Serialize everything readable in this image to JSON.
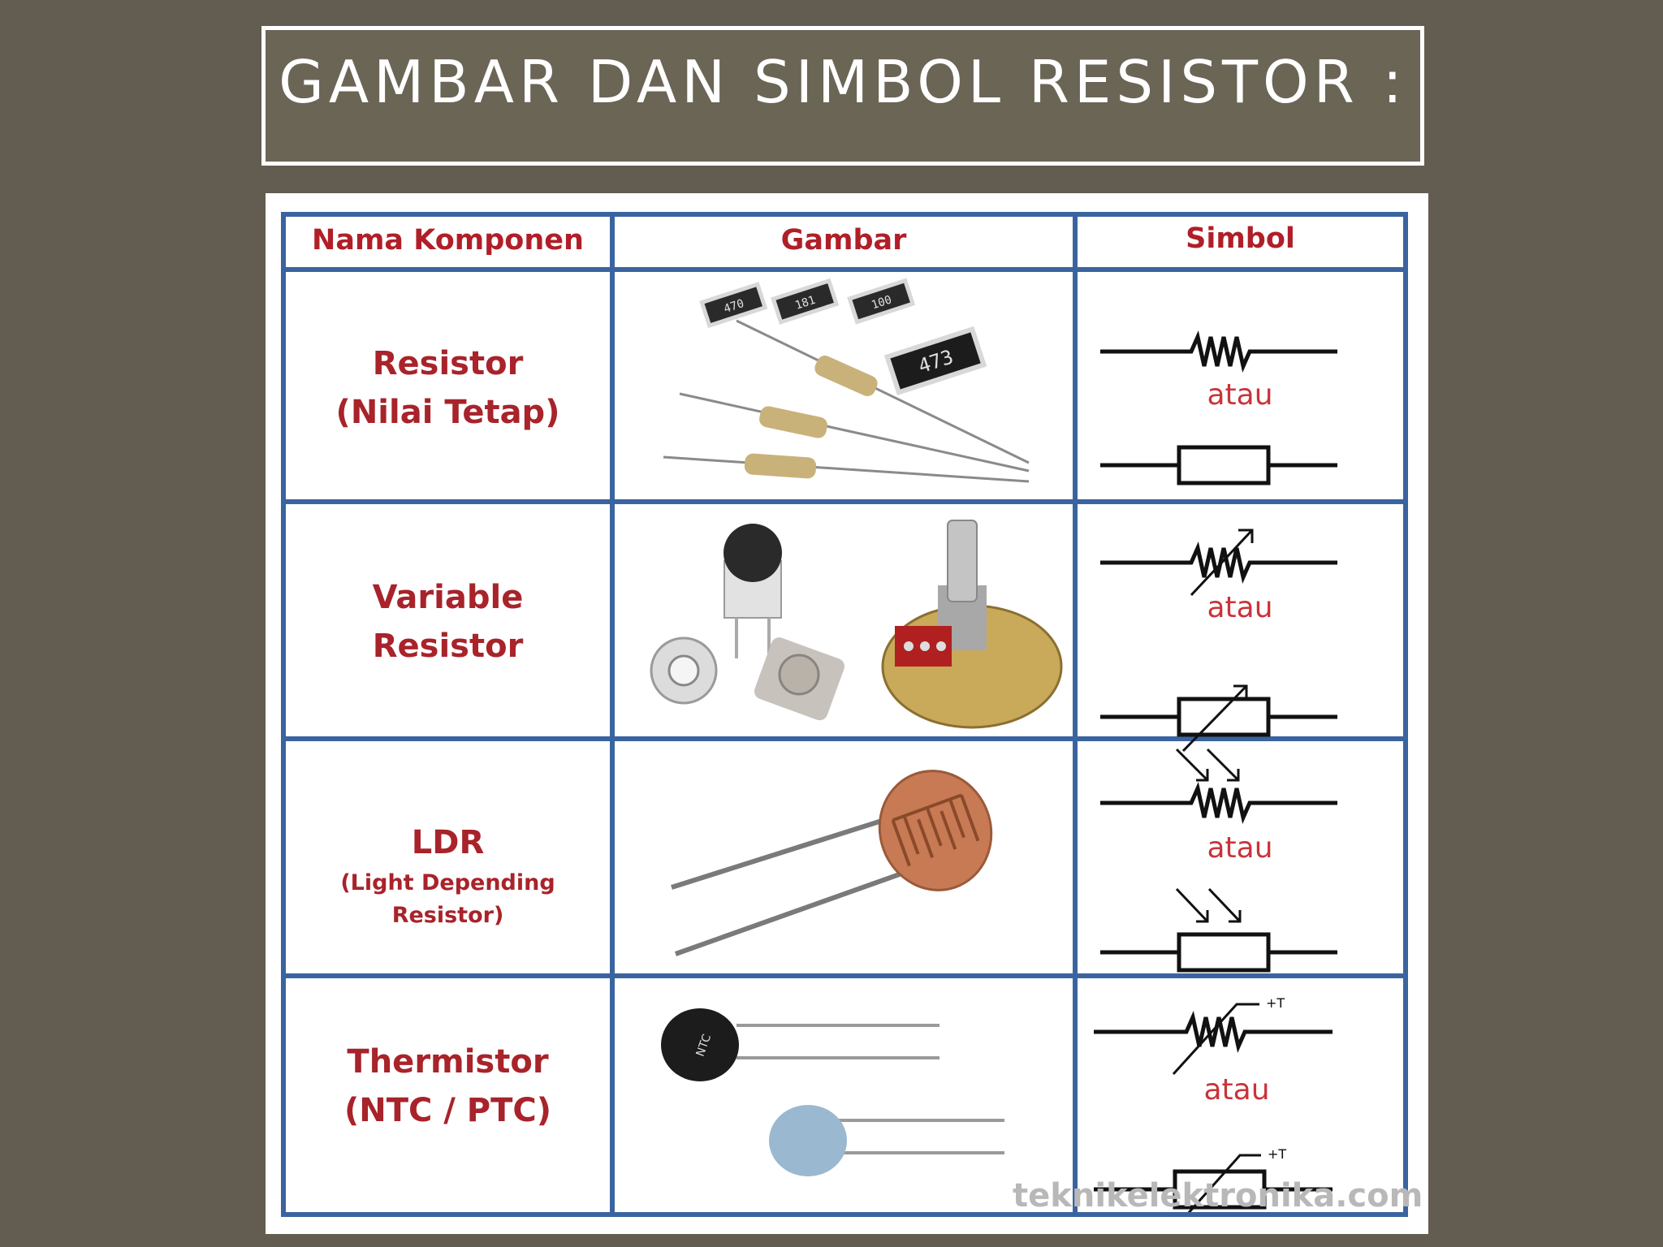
{
  "title": "GAMBAR DAN SIMBOL RESISTOR :",
  "table": {
    "headers": [
      "Nama Komponen",
      "Gambar",
      "Simbol"
    ],
    "rows": [
      {
        "name_line1": "Resistor",
        "name_line2": "(Nilai Tetap)",
        "atau": "atau",
        "chip_codes": [
          "470",
          "181",
          "100",
          "473"
        ]
      },
      {
        "name_line1": "Variable",
        "name_line2": "Resistor",
        "atau": "atau"
      },
      {
        "name_line1": "LDR",
        "name_line2": "(Light Depending Resistor)",
        "atau": "atau"
      },
      {
        "name_line1": "Thermistor",
        "name_line2": "(NTC / PTC)",
        "atau": "atau",
        "ntc_label": "NTC",
        "temp_label": "+T"
      }
    ]
  },
  "watermark": "teknikelektronika.com",
  "colors": {
    "background": "#625d50",
    "grid": "#3a64a0",
    "label": "#a8232a"
  }
}
